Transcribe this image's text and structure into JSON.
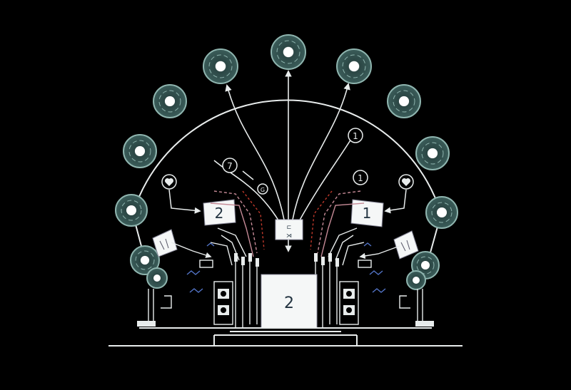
{
  "colors": {
    "background": "#000000",
    "line": "#e8ecec",
    "node_fill": "#2e4a48",
    "node_ring": "#6f9a94",
    "node_core": "#f4f7f6",
    "card_fill": "#f5f7f7",
    "card_text": "#223340",
    "accent_pink": "#c58a96",
    "accent_red": "#c0392b",
    "accent_blue": "#5577cc"
  },
  "icons": [
    "node-ring-icon",
    "heart-icon",
    "settings-cog-icon"
  ],
  "center_box": {
    "label": "2"
  },
  "left_card": {
    "label": "2"
  },
  "right_card": {
    "label": "1"
  },
  "badges": {
    "upper_right": "1",
    "mid_right": "1",
    "left": "7",
    "small_left": "G"
  },
  "central_module": {
    "top_glyph": "⊏",
    "bottom_glyph": "⋊"
  }
}
